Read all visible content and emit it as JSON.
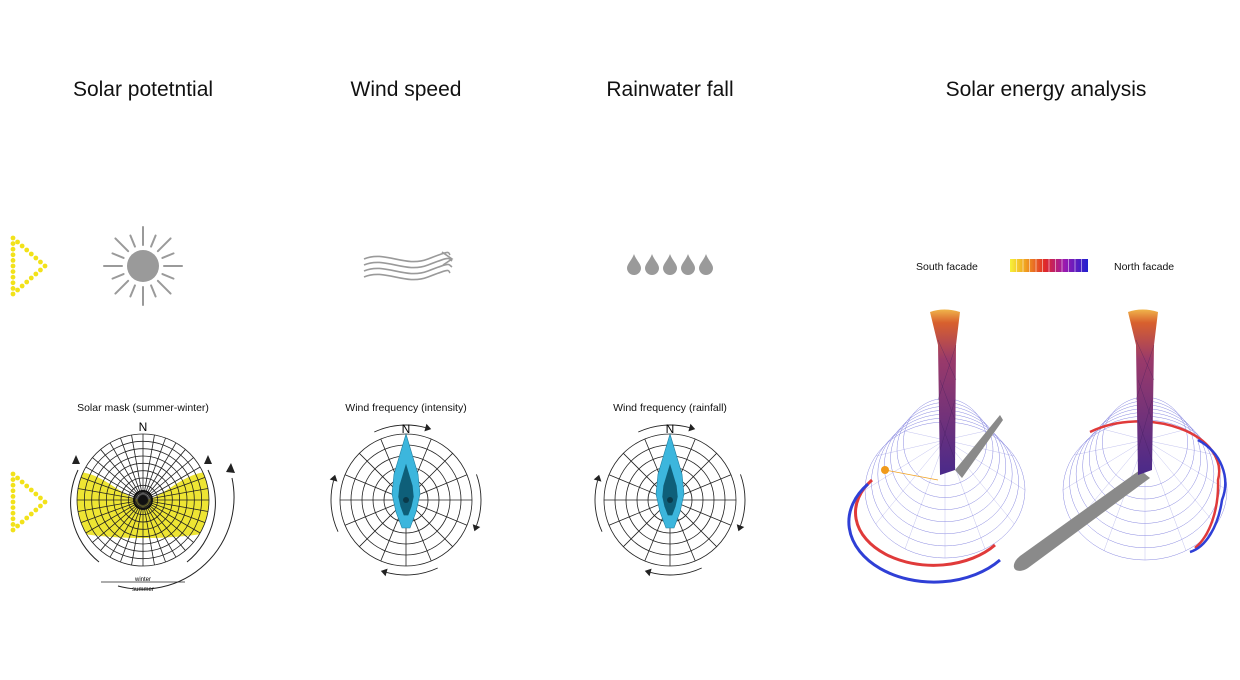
{
  "headers": {
    "solar": "Solar potetntial",
    "wind": "Wind speed",
    "rain": "Rainwater fall",
    "energy": "Solar energy analysis"
  },
  "diagrams": {
    "solar_mask": "Solar mask (summer-winter)",
    "wind_intensity": "Wind frequency (intensity)",
    "wind_rainfall": "Wind frequency (rainfall)"
  },
  "compass": {
    "north": "N"
  },
  "season_labels": {
    "winter": "winter",
    "summer": "summer"
  },
  "facades": {
    "south": "South facade",
    "north": "North facade"
  },
  "icons": [
    "sun-icon",
    "wind-icon",
    "raindrops-icon",
    "play-triangle-icon"
  ],
  "colors": {
    "icon_gray": "#9a9a9a",
    "mask_yellow": "#eee533",
    "wind_rose_cyan": "#3cb6dd",
    "wind_rose_dark": "#0e5f79",
    "triangle_yellow": "#f2e21a",
    "tower_purple": "#6a2a7a",
    "arc_red": "#e03a3a",
    "arc_blue": "#2f3fd6"
  }
}
